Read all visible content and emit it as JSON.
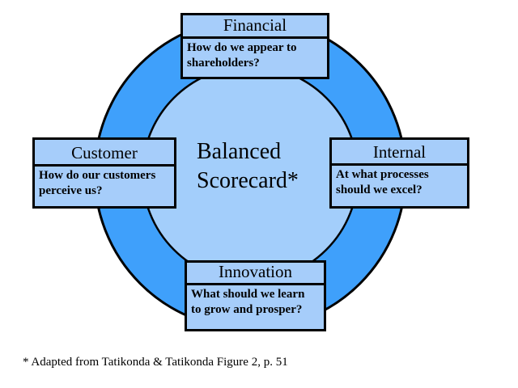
{
  "diagram": {
    "center_label": "Balanced\nScorecard*",
    "nodes": {
      "financial": {
        "title": "Financial",
        "question": "How do we appear to\nshareholders?"
      },
      "customer": {
        "title": "Customer",
        "question": "How do our customers\nperceive us?"
      },
      "internal": {
        "title": "Internal",
        "question": "At what processes\nshould we excel?"
      },
      "innovation": {
        "title": "Innovation",
        "question": "What should we learn\nto grow and prosper?"
      }
    },
    "footnote": "* Adapted from Tatikonda & Tatikonda Figure 2, p. 51",
    "colors": {
      "ring": "#3FA0FB",
      "inner_circle": "#A3CEFB",
      "box_fill": "#A6CDFA",
      "outline": "#000000",
      "background": "#FFFFFF",
      "text": "#000000"
    }
  }
}
